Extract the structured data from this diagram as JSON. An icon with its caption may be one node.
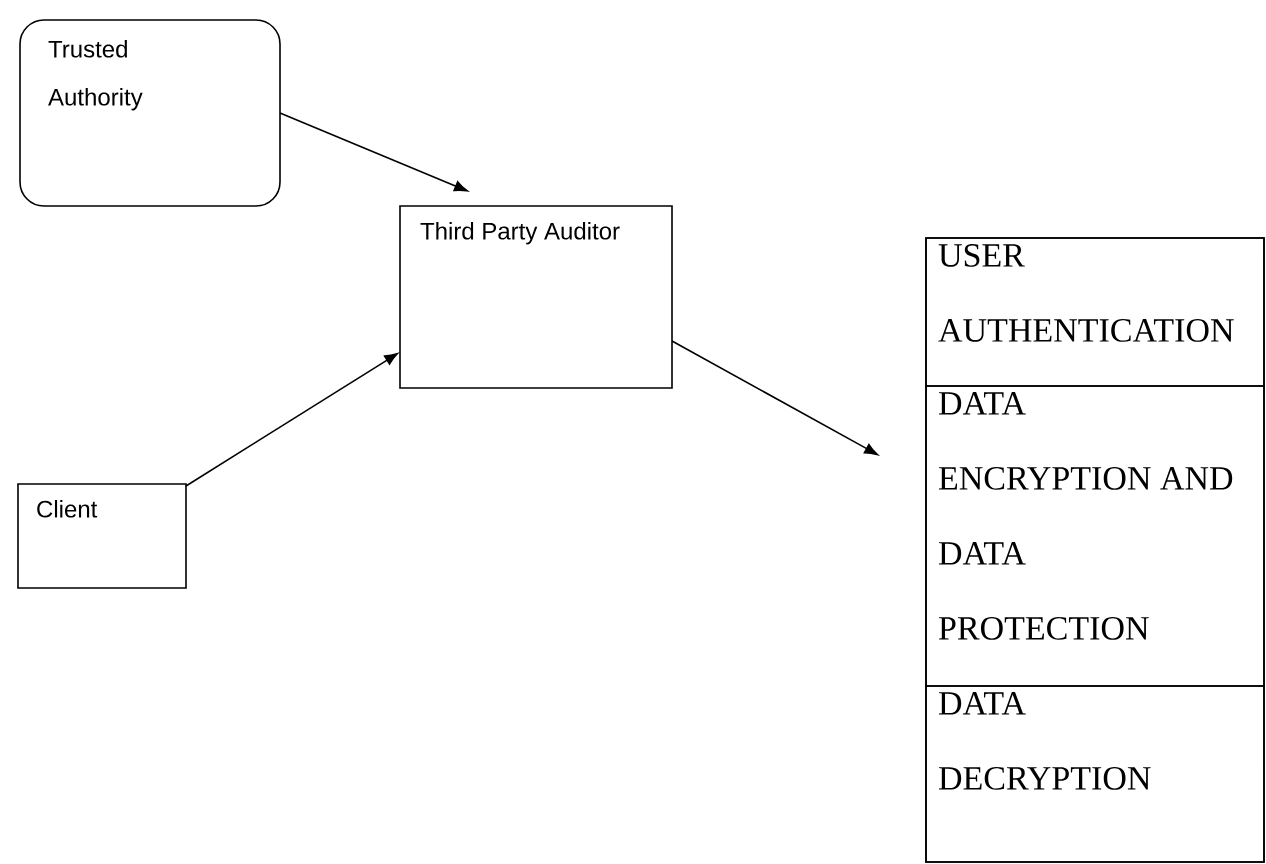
{
  "diagram": {
    "nodes": [
      {
        "text": [
          "Trusted Authority"
        ]
      },
      {
        "text": [
          "Client"
        ]
      },
      {
        "text": [
          "Third Party Auditor"
        ]
      },
      {
        "text": [],
        "shape": "box"
      },
      {
        "text": [
          "USER AUTHENTICATION"
        ],
        "in": 3
      },
      {
        "text": [
          "DATA ENCRYPTION AND DATA PROTECTION"
        ],
        "in": 3
      },
      {
        "text": [
          "DATA DECRYPTION"
        ],
        "in": 3
      }
    ],
    "edges": [
      {
        "from": 0,
        "to": 2,
        "arrow": "to"
      },
      {
        "from": 1,
        "to": 2,
        "arrow": "to"
      },
      {
        "from": 2,
        "to": 3,
        "arrow": "to"
      }
    ]
  }
}
